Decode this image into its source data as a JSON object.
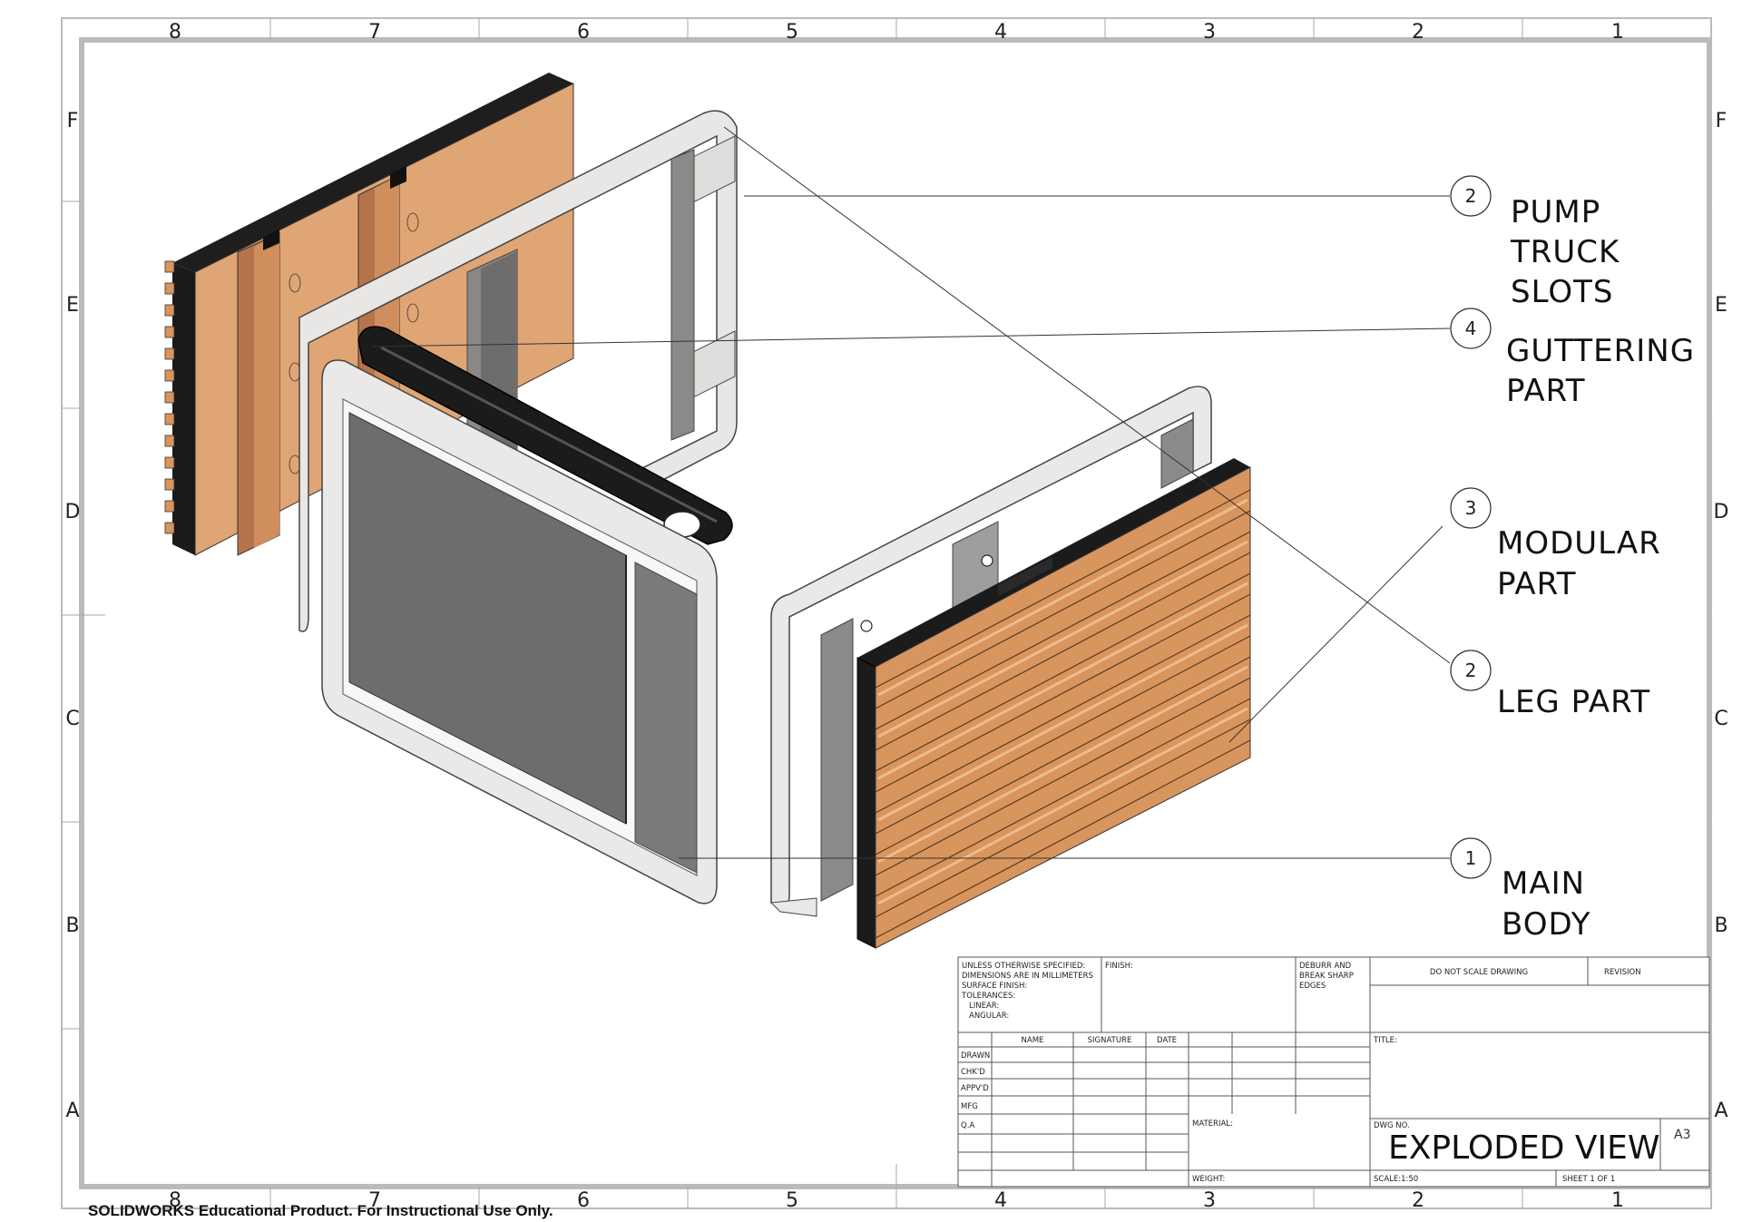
{
  "zones": {
    "columns": [
      "8",
      "7",
      "6",
      "5",
      "4",
      "3",
      "2",
      "1"
    ],
    "rows": [
      "F",
      "E",
      "D",
      "C",
      "B",
      "A"
    ]
  },
  "callouts": [
    {
      "number": "2",
      "lines": [
        "PUMP",
        "TRUCK",
        "SLOTS"
      ]
    },
    {
      "number": "4",
      "lines": [
        "GUTTERING",
        "PART"
      ]
    },
    {
      "number": "3",
      "lines": [
        "MODULAR",
        "PART"
      ]
    },
    {
      "number": "2",
      "lines": [
        "LEG PART"
      ]
    },
    {
      "number": "1",
      "lines": [
        "MAIN",
        "BODY"
      ]
    }
  ],
  "title_block": {
    "notes": [
      "UNLESS OTHERWISE SPECIFIED:",
      "DIMENSIONS ARE IN MILLIMETERS",
      "SURFACE FINISH:",
      "TOLERANCES:",
      "LINEAR:",
      "ANGULAR:"
    ],
    "finish": "FINISH:",
    "deburr": [
      "DEBURR AND",
      "BREAK SHARP",
      "EDGES"
    ],
    "do_not_scale": "DO NOT SCALE DRAWING",
    "revision": "REVISION",
    "headers": [
      "NAME",
      "SIGNATURE",
      "DATE"
    ],
    "roles": [
      "DRAWN",
      "CHK'D",
      "APPV'D",
      "MFG",
      "Q.A"
    ],
    "title_label": "TITLE:",
    "material": "MATERIAL:",
    "dwg_no": "DWG NO.",
    "drawing_title": "EXPLODED VIEW",
    "size": "A3",
    "weight": "WEIGHT:",
    "scale": "SCALE:1:50",
    "sheet": "SHEET 1 OF 1"
  },
  "footer": "SOLIDWORKS Educational Product. For Instructional Use Only.",
  "colors": {
    "wood": "#d9955e",
    "wood_light": "#e3ab78",
    "rubber": "#222222",
    "frame": "#e8e6e4",
    "panel": "#6e6e6e"
  }
}
